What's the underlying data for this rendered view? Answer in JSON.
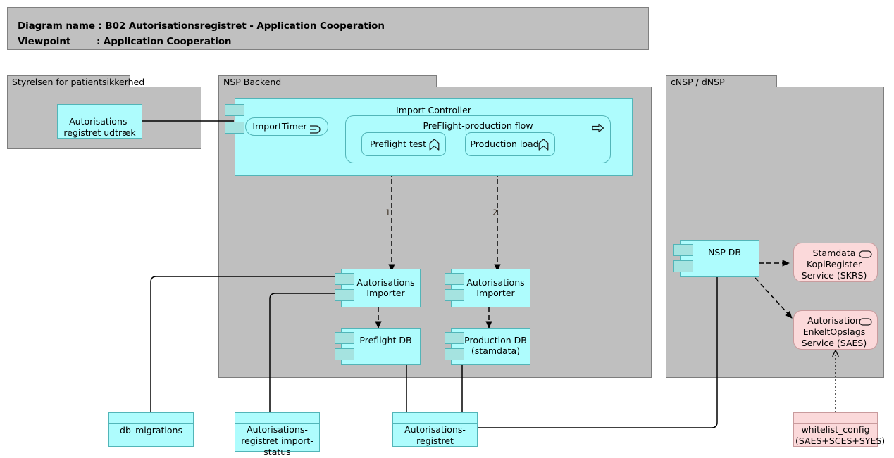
{
  "header": {
    "line1": "Diagram name : B02 Autorisationsregistret - Application Cooperation",
    "line2": "Viewpoint        : Application Cooperation"
  },
  "groups": [
    {
      "name": "group-styrelsen",
      "label": "Styrelsen for patientsikkerhed"
    },
    {
      "name": "group-nsp-backend",
      "label": "NSP Backend"
    },
    {
      "name": "group-cnsp-dnsp",
      "label": "cNSP / dNSP"
    }
  ],
  "nodes": {
    "udtraek": {
      "label": "Autorisations-\nregistret udtræk",
      "type": "data-object",
      "color": "#aefcfd"
    },
    "import_controller": {
      "label": "Import Controller",
      "type": "application-component",
      "color": "#aefcfd"
    },
    "import_timer": {
      "label": "ImportTimer",
      "type": "application-event",
      "icon": "event-icon"
    },
    "preflight_flow": {
      "label": "PreFlight-production flow",
      "type": "application-process",
      "icon": "process-arrow-icon"
    },
    "preflight_test": {
      "label": "Preflight test",
      "type": "application-function",
      "icon": "function-icon"
    },
    "production_load": {
      "label": "Production load",
      "type": "application-function",
      "icon": "function-icon"
    },
    "importer_left": {
      "label": "Autorisations\nImporter",
      "type": "application-component"
    },
    "importer_right": {
      "label": "Autorisations\nImporter",
      "type": "application-component"
    },
    "preflight_db": {
      "label": "Preflight DB",
      "type": "application-component"
    },
    "production_db": {
      "label": "Production DB\n(stamdata)",
      "type": "application-component"
    },
    "nsp_db": {
      "label": "NSP DB",
      "type": "application-component"
    },
    "skrs": {
      "label": "Stamdata\nKopiRegister\nService (SKRS)",
      "type": "application-service",
      "icon": "service-icon",
      "color": "#fbd9da"
    },
    "saes": {
      "label": "Autorisation\nEnkeltOpslags\nService (SAES)",
      "type": "application-service",
      "icon": "service-icon",
      "color": "#fbd9da"
    },
    "db_migrations": {
      "label": "db_migrations",
      "type": "data-object"
    },
    "import_status": {
      "label": "Autorisations-\nregistret import-\nstatus",
      "type": "data-object"
    },
    "autorisationsregistret": {
      "label": "Autorisations-\nregistret",
      "type": "data-object"
    },
    "whitelist_config": {
      "label": "whitelist_config\n(SAES+SCES+SYES)",
      "type": "data-object",
      "color": "#fbd9da"
    }
  },
  "flow_labels": {
    "one": "1.",
    "two": "2."
  },
  "colors": {
    "canvas": "#ffffff",
    "group_fill": "#bfbfbf",
    "group_border": "#7d7d7d",
    "header_fill": "#c0c0c0",
    "element_cyan": "#aefcfd",
    "element_cyan_border": "#52b5b8",
    "element_pink": "#fbd9da",
    "element_pink_border": "#c99b9d",
    "port_fill": "#a5e3e0",
    "line": "#000000"
  }
}
